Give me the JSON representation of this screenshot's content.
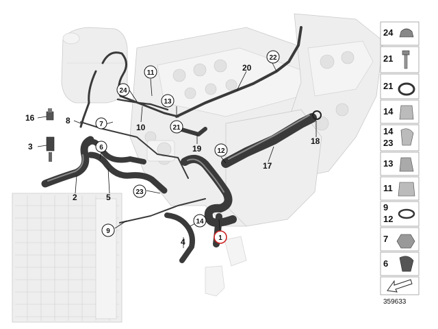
{
  "diagram": {
    "reference_number": "359633",
    "callouts": [
      {
        "id": "c1",
        "label": "1",
        "style": "circled-red"
      },
      {
        "id": "c2",
        "label": "2",
        "style": "plain"
      },
      {
        "id": "c3",
        "label": "3",
        "style": "plain"
      },
      {
        "id": "c4",
        "label": "4",
        "style": "plain"
      },
      {
        "id": "c5",
        "label": "5",
        "style": "plain"
      },
      {
        "id": "c6",
        "label": "6",
        "style": "circled"
      },
      {
        "id": "c7",
        "label": "7",
        "style": "circled"
      },
      {
        "id": "c8",
        "label": "8",
        "style": "plain"
      },
      {
        "id": "c9",
        "label": "9",
        "style": "circled"
      },
      {
        "id": "c10",
        "label": "10",
        "style": "plain"
      },
      {
        "id": "c11",
        "label": "11",
        "style": "circled"
      },
      {
        "id": "c12",
        "label": "12",
        "style": "circled"
      },
      {
        "id": "c13",
        "label": "13",
        "style": "circled"
      },
      {
        "id": "c14",
        "label": "14",
        "style": "circled"
      },
      {
        "id": "c16",
        "label": "16",
        "style": "plain"
      },
      {
        "id": "c17",
        "label": "17",
        "style": "plain"
      },
      {
        "id": "c18",
        "label": "18",
        "style": "plain"
      },
      {
        "id": "c19",
        "label": "19",
        "style": "plain"
      },
      {
        "id": "c20",
        "label": "20",
        "style": "plain"
      },
      {
        "id": "c21",
        "label": "21",
        "style": "circled"
      },
      {
        "id": "c22",
        "label": "22",
        "style": "circled"
      },
      {
        "id": "c23",
        "label": "23",
        "style": "circled"
      },
      {
        "id": "c24",
        "label": "24",
        "style": "circled"
      }
    ],
    "side_panel": [
      {
        "lines": [
          "24"
        ],
        "part": "clamp-24"
      },
      {
        "lines": [
          "21"
        ],
        "part": "bolt-21"
      },
      {
        "lines": [
          "21"
        ],
        "part": "ring-21"
      },
      {
        "lines": [
          "14"
        ],
        "part": "clip-14"
      },
      {
        "lines": [
          "14",
          "23"
        ],
        "part": "clip-14-23"
      },
      {
        "lines": [
          "13"
        ],
        "part": "clip-13"
      },
      {
        "lines": [
          "11"
        ],
        "part": "clip-11"
      },
      {
        "lines": [
          "9",
          "12"
        ],
        "part": "hose-clamp-9-12"
      },
      {
        "lines": [
          "7"
        ],
        "part": "nut-7"
      },
      {
        "lines": [
          "6"
        ],
        "part": "clip-6"
      },
      {
        "lines": [],
        "part": "arrow"
      }
    ]
  }
}
